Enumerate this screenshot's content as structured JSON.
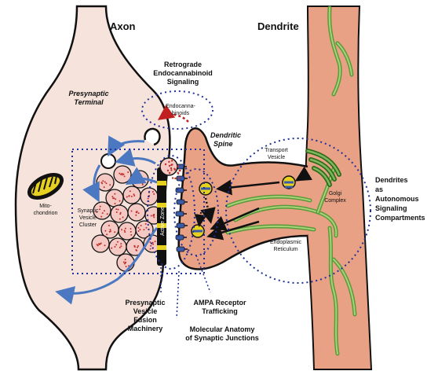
{
  "labels": {
    "axon": "Axon",
    "dendrite": "Dendrite",
    "retrograde": [
      "Retrograde",
      "Endocannabinoid",
      "Signaling"
    ],
    "presynaptic_terminal": [
      "Presynaptic",
      "Terminal"
    ],
    "endocannabinoids": [
      "Endocanna-",
      "binoids"
    ],
    "dendritic_spine": [
      "Dendritic",
      "Spine"
    ],
    "transport_vesicle": [
      "Transport",
      "Vesicle"
    ],
    "mitochondrion": [
      "Mito-",
      "chondrion"
    ],
    "synaptic_vesicle_cluster": [
      "Synaptic",
      "Vesicle",
      "Cluster"
    ],
    "active_zone": "Active Zone",
    "golgi_complex": [
      "Golgi",
      "Complex"
    ],
    "dendrites_autonomous": [
      "Dendrites",
      "as",
      "Autonomous",
      "Signaling",
      "Compartments"
    ],
    "endoplasmic_reticulum": [
      "Endoplasmic",
      "Reticulum"
    ],
    "fusion_machinery": [
      "Presynaptic",
      "Vesicle",
      "Fusion",
      "Machinery"
    ],
    "ampa_trafficking": [
      "AMPA Receptor",
      "Trafficking"
    ],
    "molecular_anatomy": [
      "Molecular Anatomy",
      "of Synaptic Junctions"
    ]
  },
  "colors": {
    "axon_fill": "#f6e4dc",
    "dendrite_fill": "#e8a184",
    "er_green": "#5a9a3a",
    "er_light": "#a8d27a",
    "vesicle_pink": "#f4c9c4",
    "vesicle_dot": "#c0302a",
    "receptor_blue": "#3a5ba8",
    "dotted_blue": "#20309a",
    "arrow_blue": "#4b78c0",
    "mito_yellow": "#e6d020",
    "endocanna_red": "#c02020"
  }
}
